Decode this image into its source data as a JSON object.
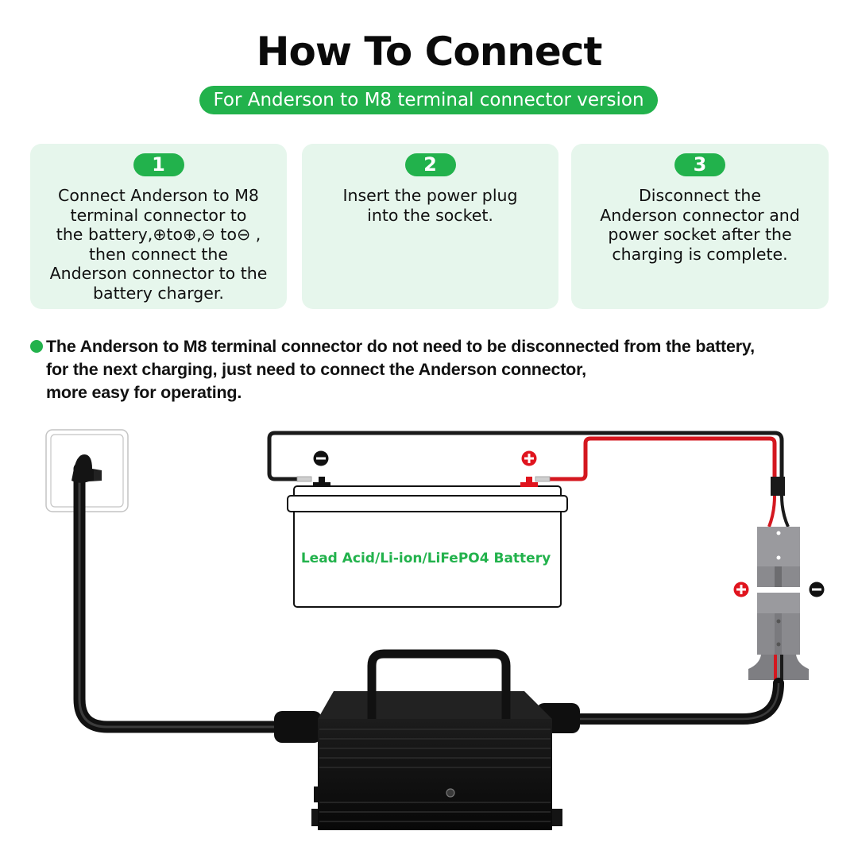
{
  "header": {
    "title": "How To Connect",
    "subtitle": "For Anderson to M8 terminal connector version"
  },
  "steps": [
    {
      "number": "1",
      "text": "Connect Anderson to M8\nterminal connector to\nthe battery,⊕to⊕,⊖ to⊖ ,\nthen connect the\nAnderson connector to the\nbattery charger."
    },
    {
      "number": "2",
      "text": "Insert the power plug\ninto the socket."
    },
    {
      "number": "3",
      "text": "Disconnect the\nAnderson connector and\npower socket after the\ncharging is complete."
    }
  ],
  "note": {
    "lines": [
      "The Anderson to M8 terminal connector do not need to be disconnected from the battery,",
      "for the next charging, just need to connect the Anderson connector,",
      "more easy for operating."
    ]
  },
  "diagram": {
    "battery_label": "Lead Acid/Li-ion/LiFePO4 Battery",
    "battery_negative_symbol": "minus-icon",
    "battery_positive_symbol": "plus-icon",
    "connector_positive_symbol": "plus-icon",
    "connector_negative_symbol": "minus-icon",
    "components": [
      "wall-socket",
      "power-plug",
      "charger",
      "battery",
      "anderson-connector",
      "m8-terminals"
    ]
  },
  "colors": {
    "accent_green": "#22b24c",
    "card_bg": "#e6f6ec",
    "positive_red": "#e0141e",
    "negative_black": "#111111",
    "connector_gray": "#8e8e92"
  }
}
